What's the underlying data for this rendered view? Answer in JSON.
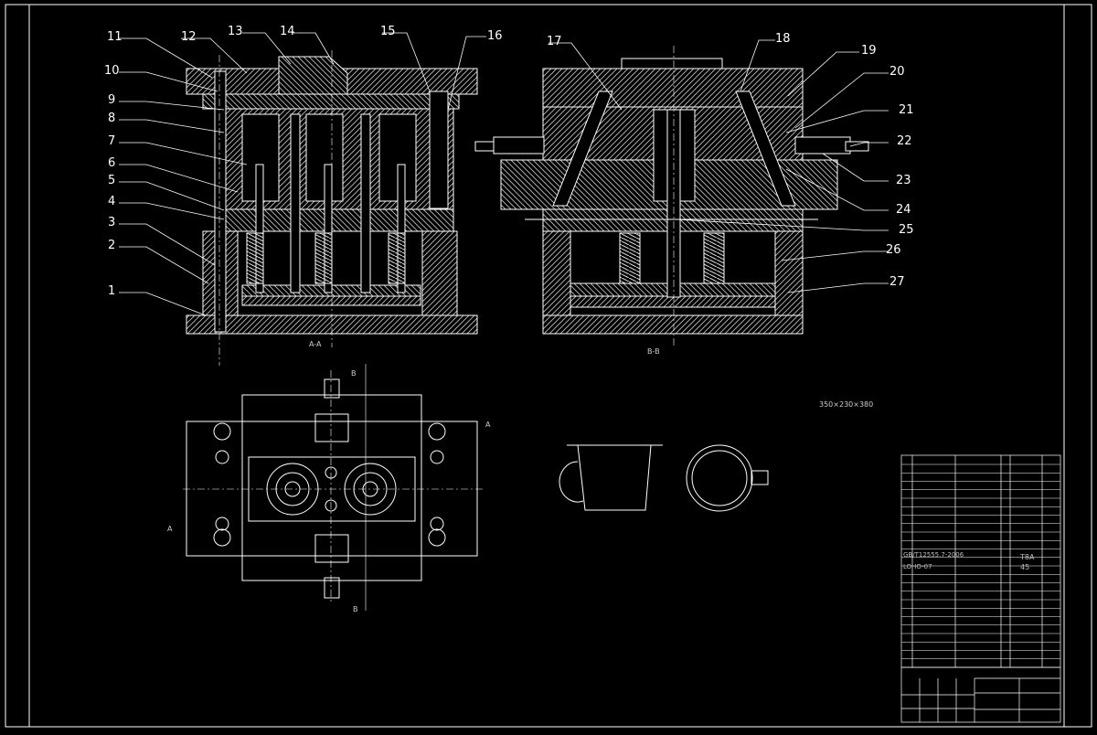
{
  "callouts": [
    "1",
    "2",
    "3",
    "4",
    "5",
    "6",
    "7",
    "8",
    "9",
    "10",
    "11",
    "12",
    "13",
    "14",
    "15",
    "16",
    "17",
    "18",
    "19",
    "20",
    "21",
    "22",
    "23",
    "24",
    "25",
    "26",
    "27"
  ],
  "views": {
    "section_aa": "A-A",
    "section_bb": "B-B",
    "plan_marker_a": "A",
    "plan_marker_b": "B"
  },
  "size_note": "350×230×380",
  "material_row": {
    "code": "GB/T12555.7-2006",
    "material": "T8A"
  },
  "material_row2": {
    "code": "LOHO-07",
    "value": "45"
  }
}
